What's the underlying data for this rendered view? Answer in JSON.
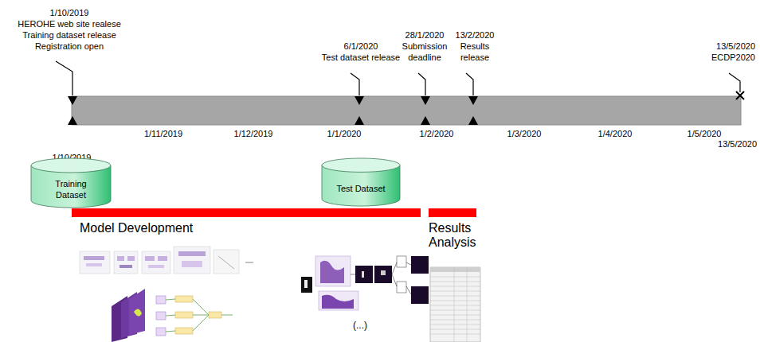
{
  "diagram": {
    "nodes": [
      {
        "text": [
          "Training Dataset"
        ]
      },
      {
        "text": [
          "Test Dataset"
        ]
      },
      {
        "text": [
          "Model Development"
        ]
      },
      {
        "text": [
          "Results Analysis"
        ]
      }
    ],
    "labels": [
      "1/10/2019",
      "HEROHE web site realese",
      "Training dataset release",
      "Registration open",
      "6/1/2020",
      "Test dataset release",
      "28/1/2020",
      "Submission",
      "deadline",
      "13/2/2020",
      "Results",
      "release",
      "13/5/2020",
      "ECDP2020",
      "1/10/2019",
      "1/11/2019",
      "1/12/2019",
      "1/1/2020",
      "1/2/2020",
      "1/3/2020",
      "1/4/2020",
      "1/5/2020",
      "13/5/2020",
      "(...)"
    ]
  }
}
